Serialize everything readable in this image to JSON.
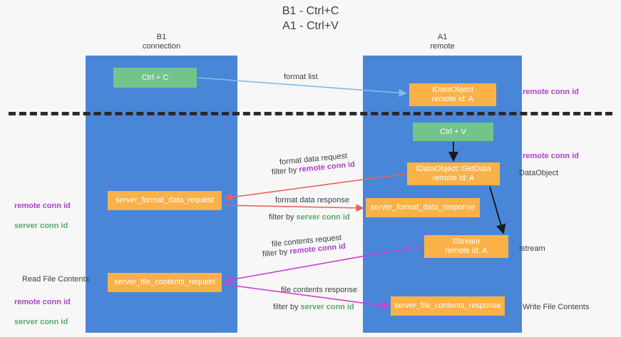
{
  "title": "B1 - Ctrl+C\nA1 - Ctrl+V",
  "lanes": [
    {
      "id": "b1",
      "header": "B1\nconnection",
      "color": "#4a86d8"
    },
    {
      "id": "a1",
      "header": "A1\nremote",
      "color": "#4a86d8"
    }
  ],
  "boxes": {
    "ctrl_c": "Ctrl + C",
    "ctrl_v": "Ctrl + V",
    "idataobject": "IDataObject\nremote id: A",
    "idataobject_getdata": "IDataObject::GetData\nremote id: A",
    "server_format_data_request": "server_format_data_request",
    "server_format_data_response": "server_format_data_response",
    "istream": "IStream\nremote id: A",
    "server_file_contents_request": "server_file_contents_request",
    "server_file_contents_response": "server_file_contents_response"
  },
  "arrow_labels": {
    "format_list": "format list",
    "format_data_request": "format data request",
    "format_data_request_filter_prefix": "filter by ",
    "format_data_request_filter_value": "remote conn id",
    "format_data_response": "format data response",
    "format_data_response_filter_prefix": "filter by ",
    "format_data_response_filter_value": "server conn id",
    "file_contents_request": "file contents request",
    "file_contents_request_filter_prefix": "filter by ",
    "file_contents_request_filter_value": "remote conn id",
    "file_contents_response": "file contents response",
    "file_contents_response_filter_prefix": "filter by ",
    "file_contents_response_filter_value": "server conn id"
  },
  "annotations": {
    "right_remote_conn_id_1": "remote conn id",
    "right_remote_conn_id_2": "remote conn id",
    "right_dataobject": "DataObject",
    "right_istream": "Istream",
    "right_write_file_contents": "Write File Contents",
    "left_remote_conn_id": "remote conn id",
    "left_server_conn_id": "server conn id",
    "left_read_file_contents": "Read File Contents",
    "left_remote_conn_id_2": "remote conn id",
    "left_server_conn_id_2": "server conn id"
  },
  "colors": {
    "lane": "#4a86d8",
    "green_box": "#72c48a",
    "orange_box": "#fab148",
    "purple_text": "#b041c9",
    "green_text": "#5aaa6e",
    "red_arrow": "#e8625c",
    "magenta_arrow": "#cf3fd0",
    "light_blue_arrow": "#7fbce8",
    "black_arrow": "#1a1a1a",
    "divider": "#2b2b2b",
    "background": "#f7f7f7"
  }
}
